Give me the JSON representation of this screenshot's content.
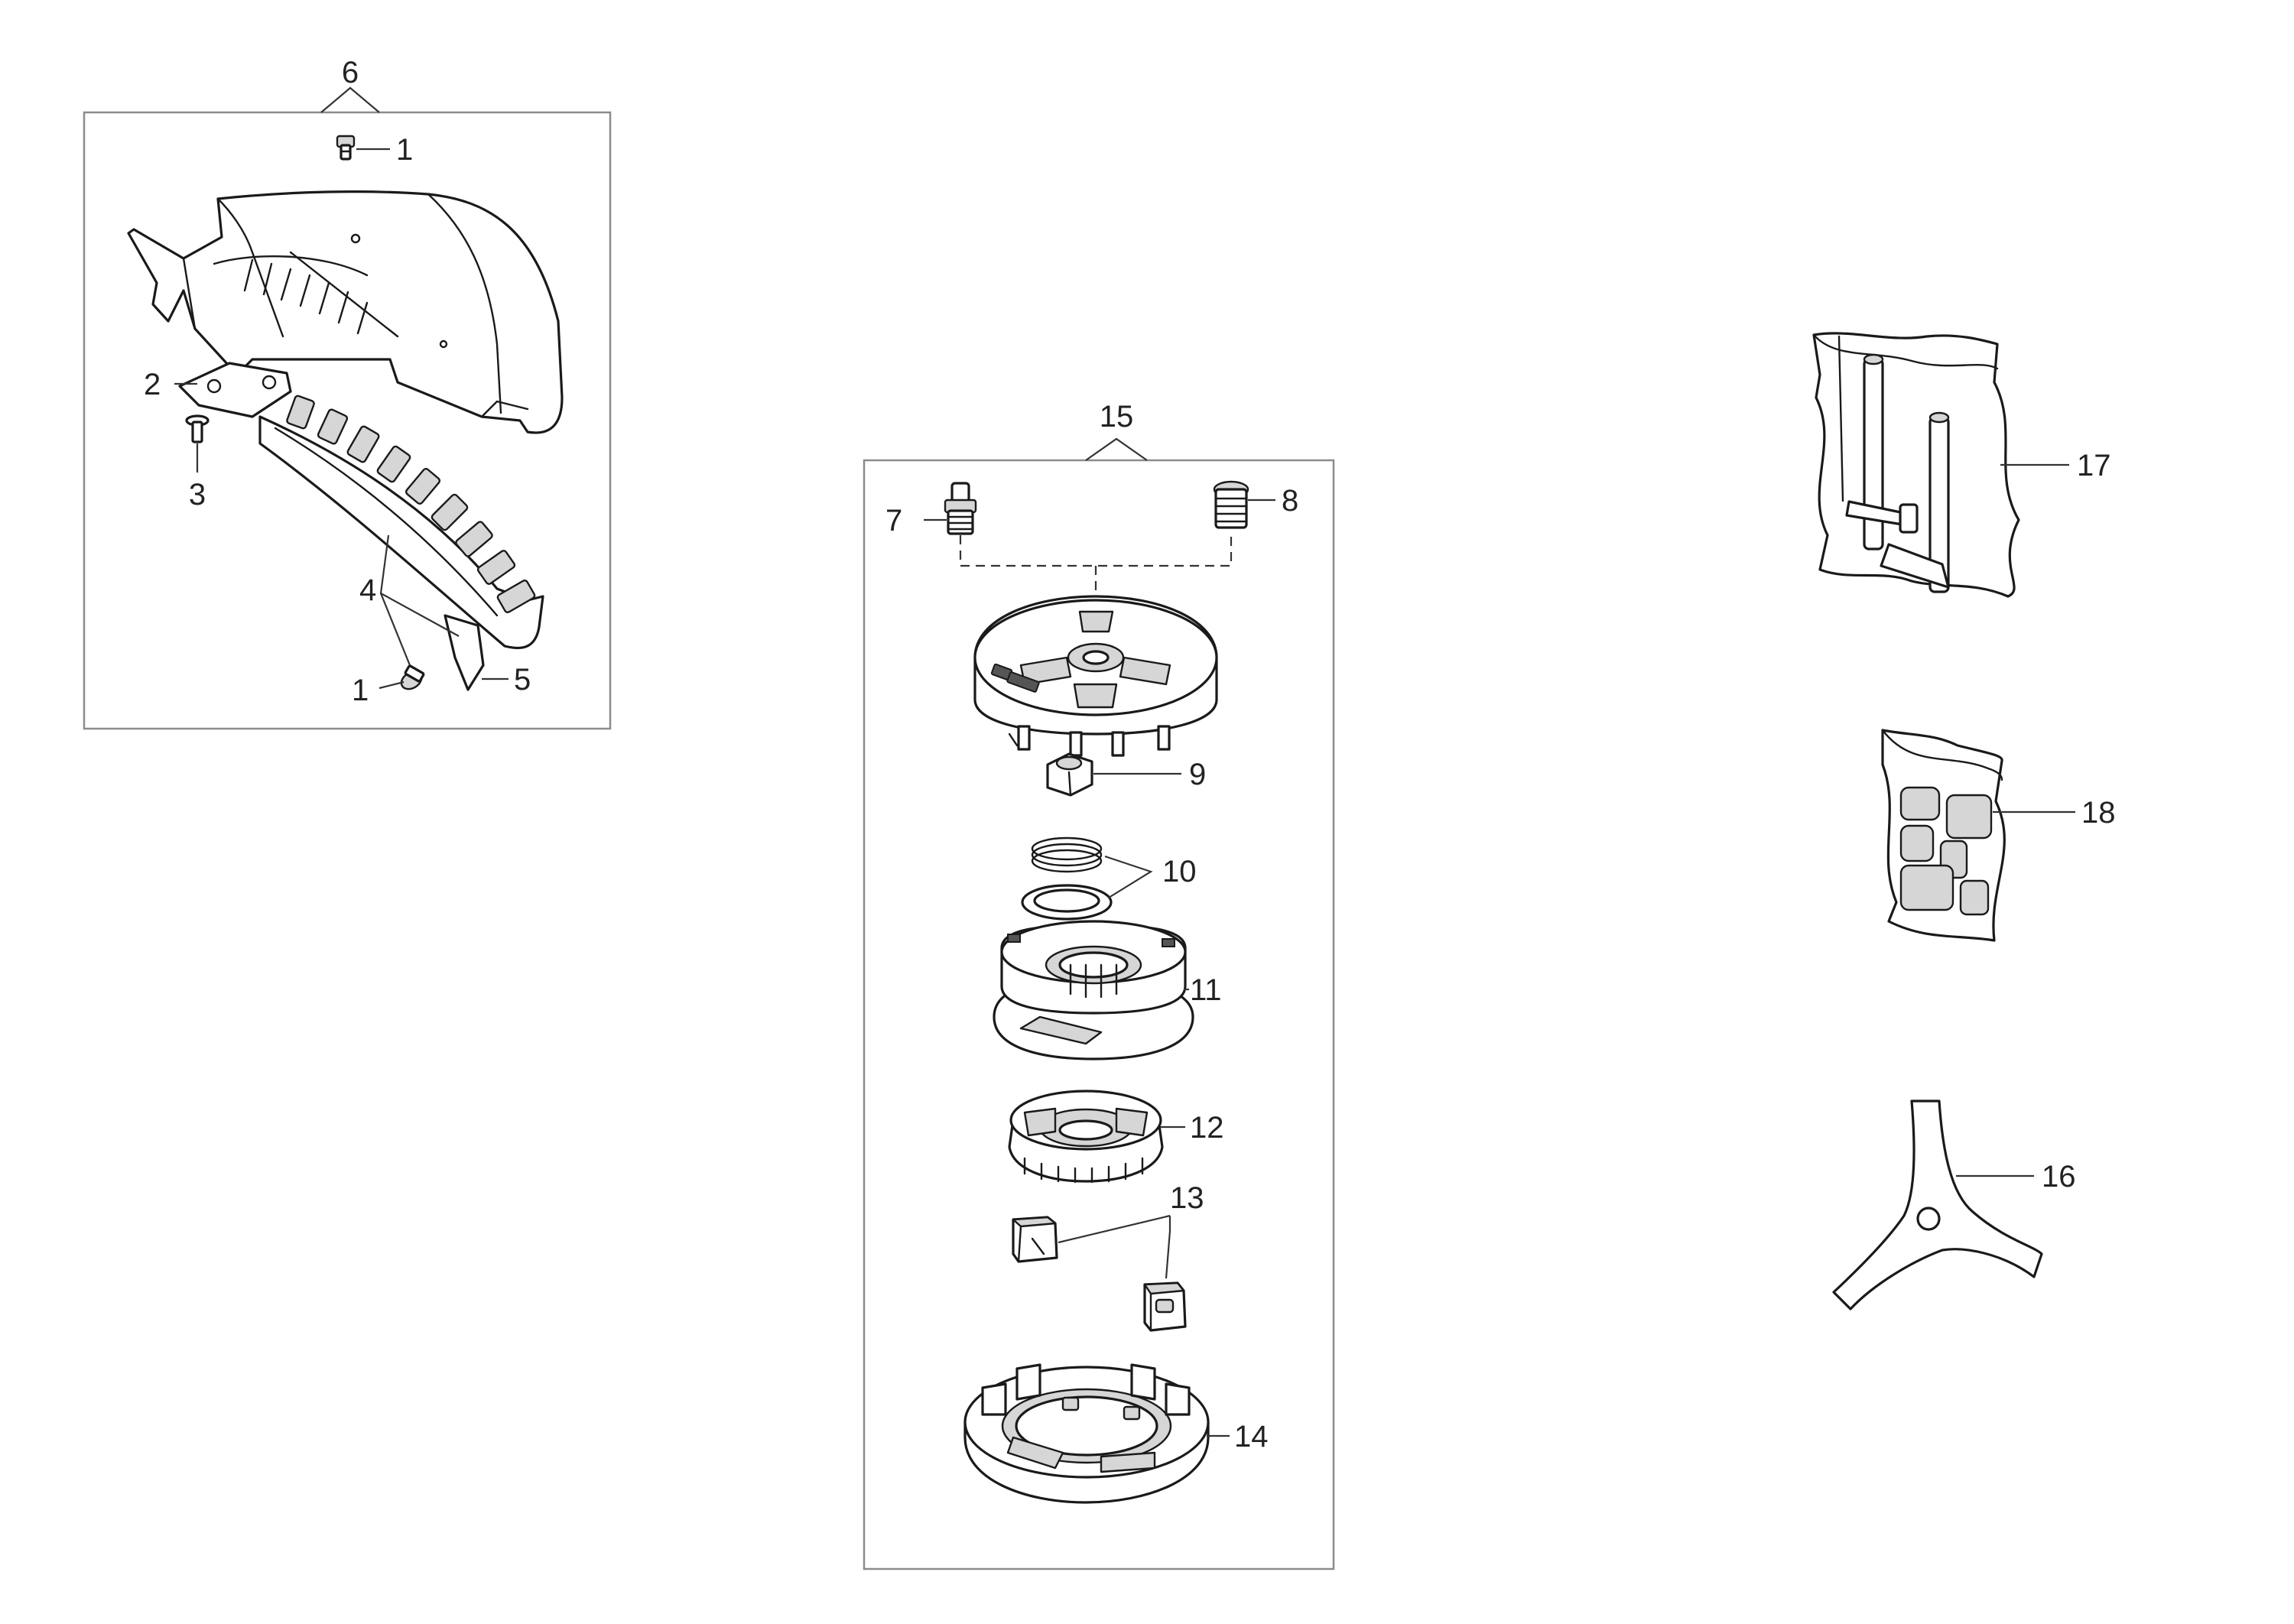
{
  "diagram": {
    "callouts": {
      "c1a": "1",
      "c1b": "1",
      "c2": "2",
      "c3": "3",
      "c4": "4",
      "c5": "5",
      "c6": "6",
      "c7": "7",
      "c8": "8",
      "c9": "9",
      "c10": "10",
      "c11": "11",
      "c12": "12",
      "c13": "13",
      "c14": "14",
      "c15": "15",
      "c16": "16",
      "c17": "17",
      "c18": "18"
    }
  }
}
